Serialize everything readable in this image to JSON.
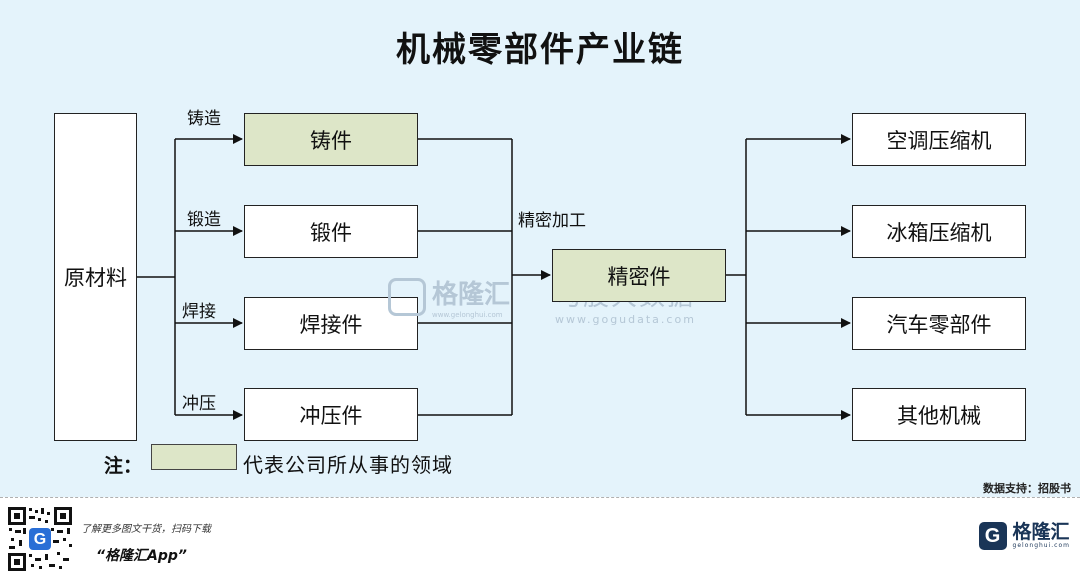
{
  "title": "机械零部件产业链",
  "raw_material": "原材料",
  "processes": [
    {
      "label": "铸造",
      "product": "铸件",
      "highlight": true
    },
    {
      "label": "锻造",
      "product": "锻件",
      "highlight": false
    },
    {
      "label": "焊接",
      "product": "焊接件",
      "highlight": false
    },
    {
      "label": "冲压",
      "product": "冲压件",
      "highlight": false
    }
  ],
  "precision_process": "精密加工",
  "precision_part": "精密件",
  "applications": [
    "空调压缩机",
    "冰箱压缩机",
    "汽车零部件",
    "其他机械"
  ],
  "note": {
    "label": "注：",
    "text": "代表公司所从事的领域"
  },
  "watermark": {
    "brand": "格隆汇",
    "brand_url": "www.gelonghui.com",
    "gogu": "勾股大数据",
    "gogu_url": "www.gogudata.com"
  },
  "source": "数据支持：招股书",
  "footer": {
    "promo_line1": "了解更多图文干货，扫码下载",
    "promo_line2": "“格隆汇App”",
    "brand_name": "格隆汇",
    "brand_url": "gelonghui.com",
    "logo_letter": "G"
  },
  "colors": {
    "background": "#e4f3fb",
    "highlight": "#dde6c8",
    "box_border": "#222222",
    "brand": "#1a3557"
  }
}
